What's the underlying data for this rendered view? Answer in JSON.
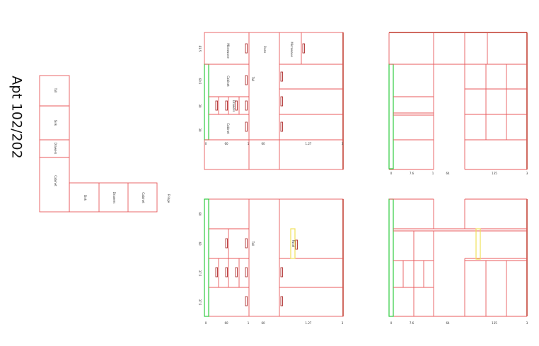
{
  "title": "Apt 102/202",
  "plan": {
    "vertical_blocks": [
      "Tall",
      "Sink",
      "Drawers",
      "Cabinet"
    ],
    "horizontal_blocks": [
      "Sink",
      "Drawers",
      "Cabinet"
    ],
    "ref_label": "Fridge"
  },
  "elevations": {
    "top_left": {
      "row_labels": [
        "81.5",
        "60.5",
        "30",
        "30"
      ],
      "cell_labels": [
        "Microwave",
        "Oven",
        "Microwave",
        "Cabinet",
        "Drawers",
        "Cabinet",
        "Tall"
      ],
      "dims": [
        "0",
        "60",
        "1",
        "60",
        "1.27",
        "3"
      ]
    },
    "bottom_left": {
      "row_labels": [
        "60",
        "60",
        "37.5",
        "37.5"
      ],
      "cell_labels": [
        "Tall",
        "Panel"
      ],
      "dims": [
        "0",
        "60",
        "1",
        "60",
        "1.27",
        "3"
      ]
    },
    "top_right": {
      "dims": [
        "0",
        "7.6",
        "1",
        "64",
        "135",
        "3"
      ]
    },
    "bottom_right": {
      "dims": [
        "0",
        "7.6",
        "64",
        "135",
        "3"
      ]
    }
  },
  "colors": {
    "line": "#e8585b",
    "green": "#2ecc40",
    "yellow": "#f1e15a",
    "handle": "#b03030",
    "dark": "#c0392b"
  }
}
